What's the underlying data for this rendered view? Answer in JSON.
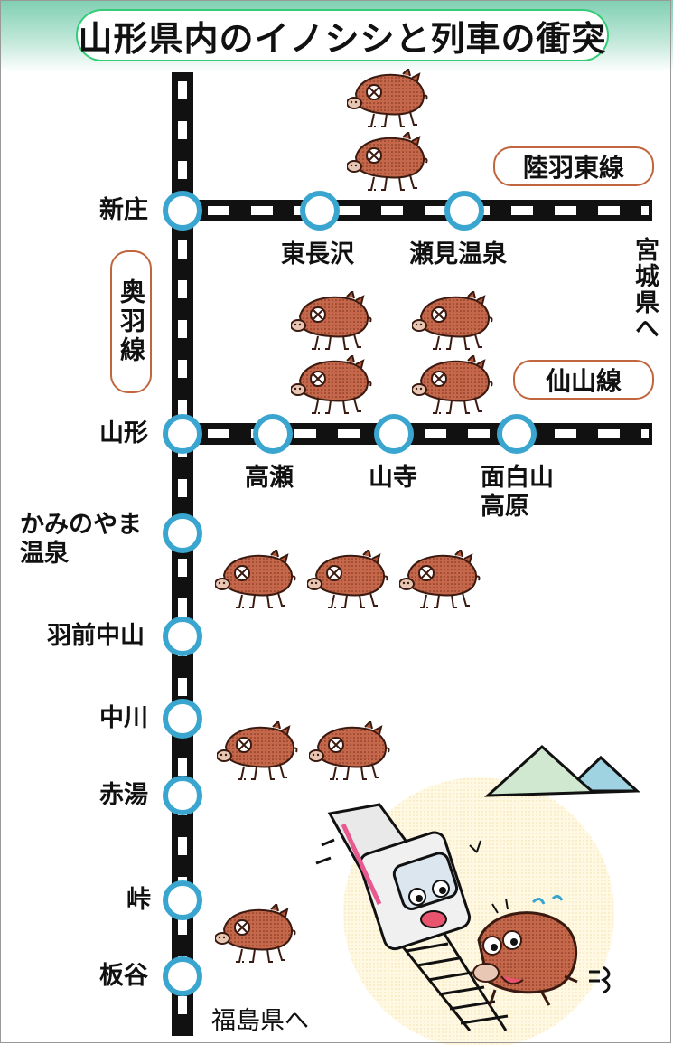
{
  "title": "山形県内のイノシシと列車の衝突",
  "lines": {
    "ou": "奥羽線",
    "rikuu_east": "陸羽東線",
    "senzan": "仙山線"
  },
  "stations": {
    "shinjo": "新庄",
    "higashinagasawa": "東長沢",
    "semi_onsen": "瀬見温泉",
    "yamagata": "山形",
    "takase": "高瀬",
    "yamadera": "山寺",
    "omoshiroyama_kogen": "面白山\n高原",
    "kaminoyama_onsen": "かみのやま\n温泉",
    "uzen_nakayama": "羽前中山",
    "nakagawa": "中川",
    "akayu": "赤湯",
    "toge": "峠",
    "itaya": "板谷"
  },
  "directions": {
    "miyagi": "宮城県へ",
    "fukushima": "福島県へ"
  },
  "collisions": {
    "rikuu_east": 2,
    "senzan": 4,
    "ou_yamagata_kaminoyama": 3,
    "ou_nakagawa_akayu": 2,
    "ou_toge_itaya": 1
  },
  "colors": {
    "station_ring": "#3aa6d0",
    "boar": "#b8583a",
    "tag_border": "#c0653d",
    "title_band": "#7fcfb3"
  }
}
